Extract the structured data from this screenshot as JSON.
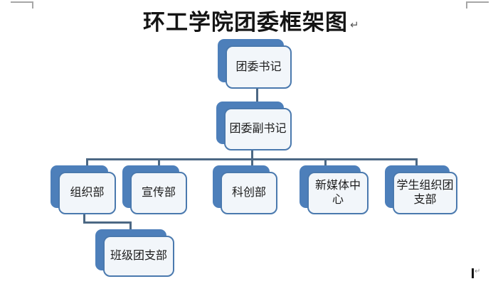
{
  "diagram": {
    "title": "环工学院团委框架图",
    "title_paragraph_mark": "↵",
    "type": "org-chart",
    "nodes": [
      {
        "id": "secretary",
        "label": "团委书记",
        "level": 1
      },
      {
        "id": "deputy-secretary",
        "label": "团委副书记",
        "level": 2
      },
      {
        "id": "organization",
        "label": "组织部",
        "level": 3
      },
      {
        "id": "publicity",
        "label": "宣传部",
        "level": 3
      },
      {
        "id": "sci-innovation",
        "label": "科创部",
        "level": 3
      },
      {
        "id": "new-media",
        "label": "新媒体中心",
        "level": 3
      },
      {
        "id": "student-org",
        "label": "学生组织团支部",
        "level": 3
      },
      {
        "id": "class-branch",
        "label": "班级团支部",
        "level": 4
      }
    ],
    "edges": [
      [
        "团委书记",
        "团委副书记"
      ],
      [
        "团委副书记",
        "组织部"
      ],
      [
        "团委副书记",
        "宣传部"
      ],
      [
        "团委副书记",
        "科创部"
      ],
      [
        "团委副书记",
        "新媒体中心"
      ],
      [
        "团委副书记",
        "学生组织团支部"
      ],
      [
        "组织部",
        "班级团支部"
      ]
    ],
    "cursor_return_mark": "↵"
  },
  "colors": {
    "node_shadow": "#4d7fba",
    "node_border": "#4a79ae",
    "node_fill": "#f2f6fa",
    "connector": "#4c6884",
    "title": "#141414",
    "crop_mark": "#a6a6a6"
  }
}
